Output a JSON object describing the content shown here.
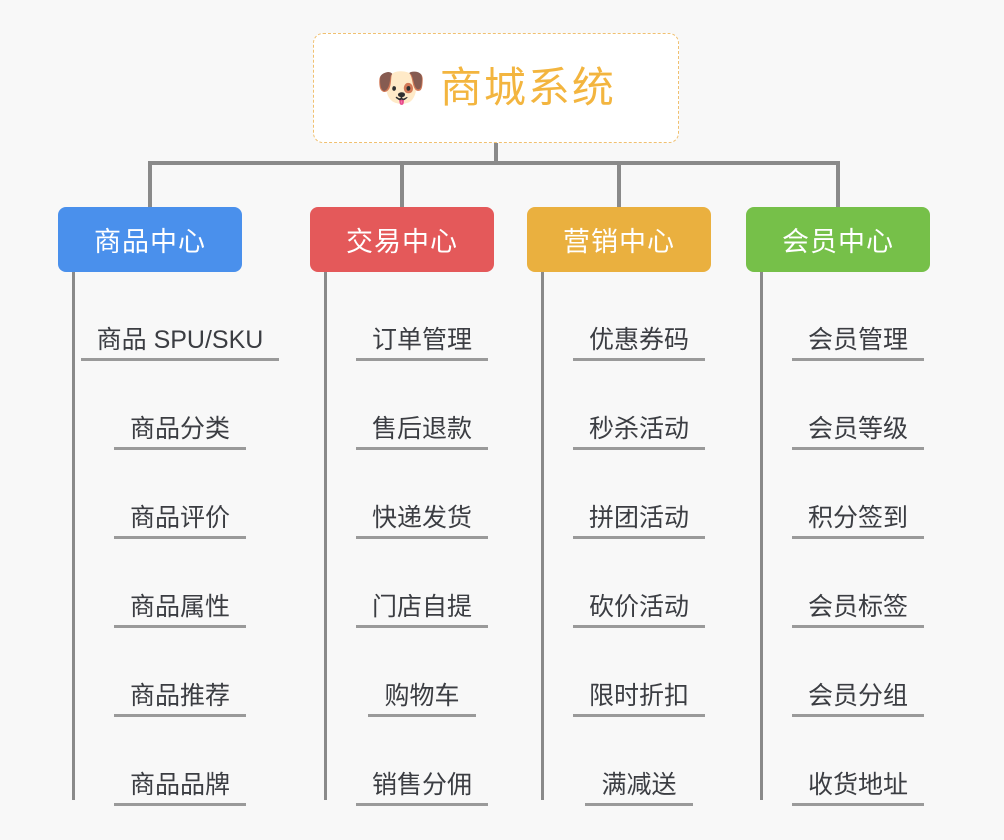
{
  "canvas": {
    "background": "#f8f8f8",
    "line_color": "#8a8a8a"
  },
  "root": {
    "icon": "dog-face-emoji",
    "emoji": "🐶",
    "title": "商城系统",
    "text_color": "#f3b53f",
    "border_color": "#f0c070",
    "background": "#ffffff"
  },
  "branches": [
    {
      "id": "product-center",
      "label": "商品中心",
      "color": "#4a90ec",
      "items": [
        "商品 SPU/SKU",
        "商品分类",
        "商品评价",
        "商品属性",
        "商品推荐",
        "商品品牌"
      ]
    },
    {
      "id": "trade-center",
      "label": "交易中心",
      "color": "#e4595a",
      "items": [
        "订单管理",
        "售后退款",
        "快递发货",
        "门店自提",
        "购物车",
        "销售分佣"
      ]
    },
    {
      "id": "marketing-center",
      "label": "营销中心",
      "color": "#eab03f",
      "items": [
        "优惠券码",
        "秒杀活动",
        "拼团活动",
        "砍价活动",
        "限时折扣",
        "满减送"
      ]
    },
    {
      "id": "member-center",
      "label": "会员中心",
      "color": "#76c049",
      "items": [
        "会员管理",
        "会员等级",
        "积分签到",
        "会员标签",
        "会员分组",
        "收货地址"
      ]
    }
  ]
}
